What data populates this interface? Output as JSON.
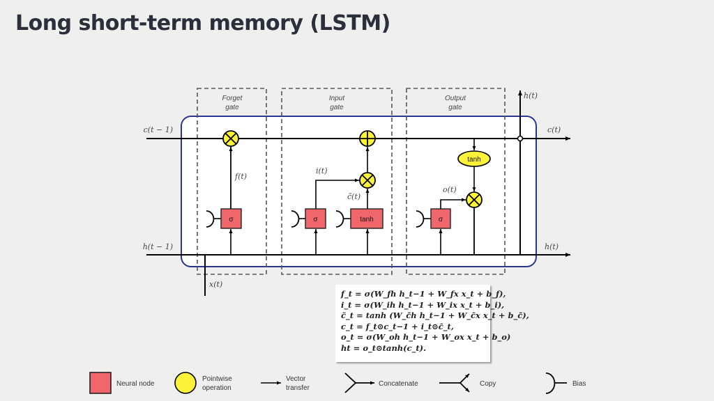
{
  "title": "Long short-term memory (LSTM)",
  "diagram": {
    "gates": [
      {
        "line1": "Forget",
        "line2": "gate"
      },
      {
        "line1": "Input",
        "line2": "gate"
      },
      {
        "line1": "Output",
        "line2": "gate"
      }
    ],
    "labels": {
      "c_prev": "c(t − 1)",
      "h_prev": "h(t − 1)",
      "x_t": "x(t)",
      "f_t": "f(t)",
      "i_t": "i(t)",
      "c_tilde": "c̃(t)",
      "o_t": "o(t)",
      "c_t": "c(t)",
      "h_t_top": "h(t)",
      "h_t_right": "h(t)"
    },
    "nodes": {
      "sigma": "σ",
      "tanh": "tanh",
      "tanh_pointwise": "tanh"
    },
    "colors": {
      "neural_node": "#f0676b",
      "pointwise": "#fdf23a",
      "cell_border": "#2b3590",
      "dashed": "#555555"
    }
  },
  "equations": [
    "f_t = σ(W_fh h_t−1 + W_fx x_t + b_f),",
    "i_t = σ(W_ih h_t−1 + W_ix x_t + b_i),",
    "c̃_t = tanh (W_c̃h h_t−1 + W_c̃x x_t + b_c̃),",
    "c_t = f_t⊙c_t−1 + i_t⊙c̃_t,",
    "o_t = σ(W_oh h_t−1 + W_ox x_t + b_o)",
    "ht = o_t⊙tanh(c_t)."
  ],
  "legend": [
    {
      "icon": "neural-node",
      "line1": "Neural node",
      "line2": ""
    },
    {
      "icon": "pointwise-operation",
      "line1": "Pointwise",
      "line2": "operation"
    },
    {
      "icon": "vector-transfer",
      "line1": "Vector",
      "line2": "transfer"
    },
    {
      "icon": "concatenate",
      "line1": "Concatenate",
      "line2": ""
    },
    {
      "icon": "copy",
      "line1": "Copy",
      "line2": ""
    },
    {
      "icon": "bias",
      "line1": "Bias",
      "line2": ""
    }
  ]
}
